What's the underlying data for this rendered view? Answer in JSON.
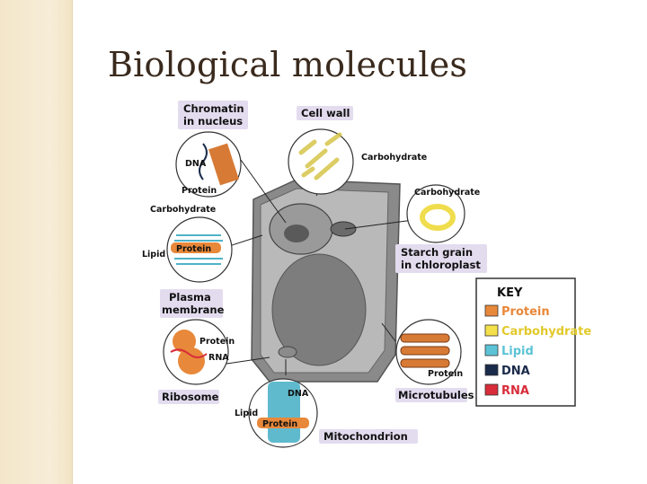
{
  "title": "Biological molecules",
  "callouts": {
    "chromatin": {
      "title_line1": "Chromatin",
      "title_line2": "in nucleus",
      "dna": "DNA",
      "protein": "Protein"
    },
    "cell_wall": {
      "title": "Cell wall",
      "carbohydrate": "Carbohydrate"
    },
    "starch": {
      "title_line1": "Starch grain",
      "title_line2": "in chloroplast",
      "carbohydrate": "Carbohydrate"
    },
    "plasma": {
      "title_line1": "Plasma",
      "title_line2": "membrane",
      "carbohydrate": "Carbohydrate",
      "lipid": "Lipid",
      "protein": "Protein"
    },
    "ribosome": {
      "title": "Ribosome",
      "protein": "Protein",
      "rna": "RNA"
    },
    "mitochondrion": {
      "title": "Mitochondrion",
      "dna": "DNA",
      "lipid": "Lipid",
      "protein": "Protein"
    },
    "microtubules": {
      "title": "Microtubules",
      "protein": "Protein"
    }
  },
  "key": {
    "title": "KEY",
    "items": [
      {
        "label": "Protein",
        "color": "#e8883a"
      },
      {
        "label": "Carbohydrate",
        "color": "#f3e04a"
      },
      {
        "label": "Lipid",
        "color": "#5cc3d6"
      },
      {
        "label": "DNA",
        "color": "#1a2a4a"
      },
      {
        "label": "RNA",
        "color": "#d82c3a"
      }
    ]
  }
}
